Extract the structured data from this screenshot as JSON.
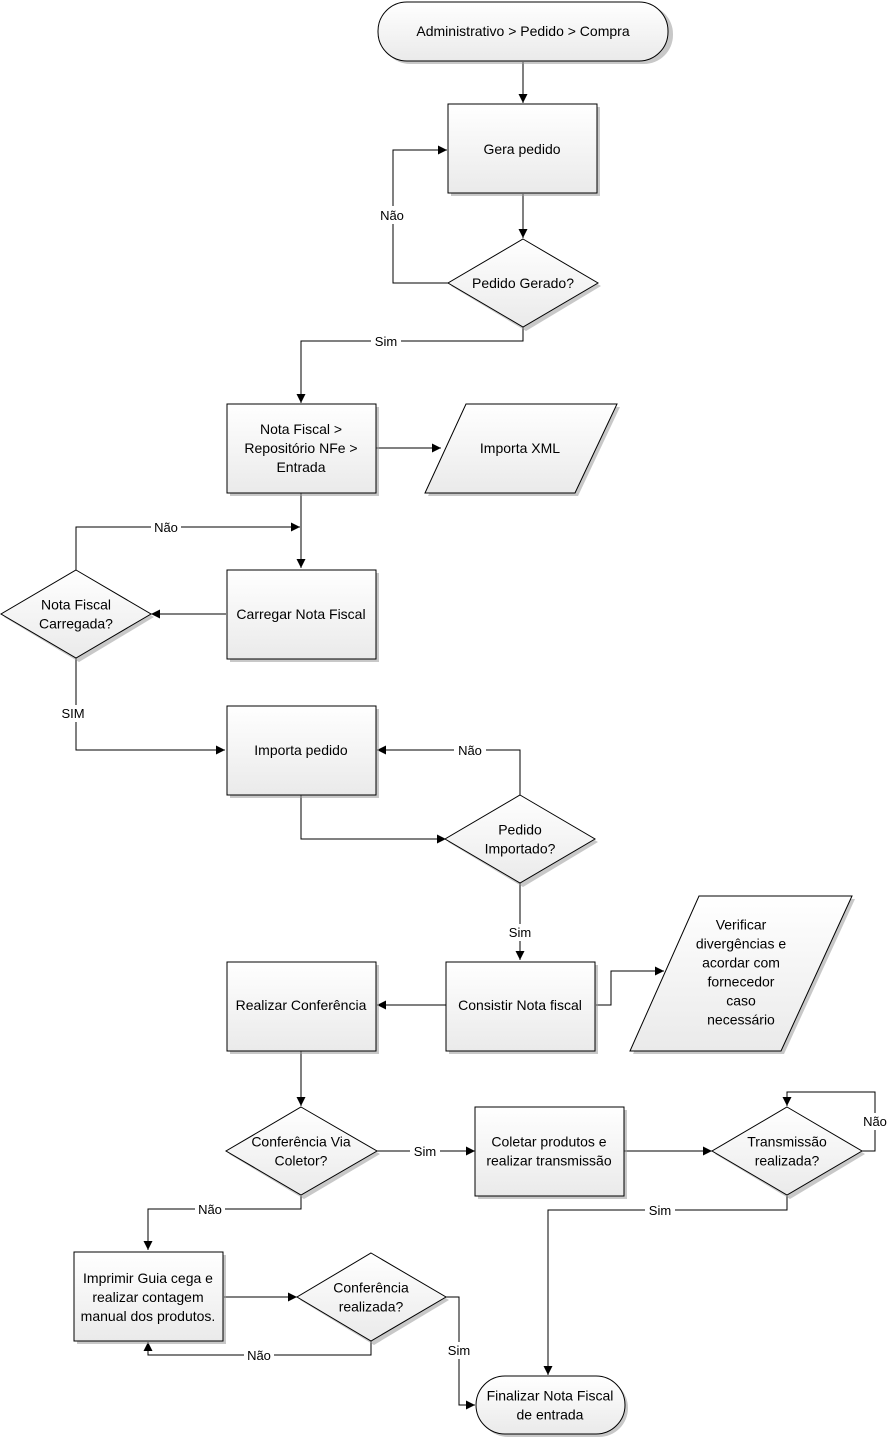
{
  "nodes": {
    "start": {
      "label": [
        "Administrativo > Pedido > Compra"
      ]
    },
    "gera_pedido": {
      "label": [
        "Gera pedido"
      ]
    },
    "pedido_gerado": {
      "label": [
        "Pedido Gerado?"
      ]
    },
    "nota_fiscal_menu": {
      "label": [
        "Nota Fiscal >",
        "Repositório NFe >",
        "Entrada"
      ]
    },
    "importa_xml": {
      "label": [
        "Importa XML"
      ]
    },
    "carregar_nf": {
      "label": [
        "Carregar Nota Fiscal"
      ]
    },
    "nf_carregada": {
      "label": [
        "Nota Fiscal",
        "Carregada?"
      ]
    },
    "importa_pedido": {
      "label": [
        "Importa pedido"
      ]
    },
    "pedido_importado": {
      "label": [
        "Pedido",
        "Importado?"
      ]
    },
    "consistir_nf": {
      "label": [
        "Consistir Nota fiscal"
      ]
    },
    "verificar_div": {
      "label": [
        "Verificar",
        "divergências e",
        "acordar com",
        "fornecedor",
        "caso",
        "necessário"
      ]
    },
    "realizar_conf": {
      "label": [
        "Realizar Conferência"
      ]
    },
    "conf_via_coletor": {
      "label": [
        "Conferência Via",
        "Coletor?"
      ]
    },
    "coletar_produtos": {
      "label": [
        "Coletar produtos e",
        "realizar transmissão"
      ]
    },
    "transmissao_realizada": {
      "label": [
        "Transmissão",
        "realizada?"
      ]
    },
    "imprimir_guia": {
      "label": [
        "Imprimir Guia cega e",
        "realizar contagem",
        "manual dos produtos."
      ]
    },
    "conf_realizada": {
      "label": [
        "Conferência",
        "realizada?"
      ]
    },
    "finalizar_nf": {
      "label": [
        "Finalizar Nota Fiscal",
        "de entrada"
      ]
    }
  },
  "edge_labels": {
    "gera_nao": "Não",
    "gera_sim": "Sim",
    "carregada_nao": "Não",
    "carregada_sim": "SIM",
    "importado_nao": "Não",
    "importado_sim": "Sim",
    "coletor_sim": "Sim",
    "coletor_nao": "Não",
    "transmissao_nao": "Não",
    "transmissao_sim": "Sim",
    "conf_nao": "Não",
    "conf_sim": "Sim"
  },
  "colors": {
    "fill_top": "#ffffff",
    "fill_bottom": "#eaeaea",
    "stroke": "#000000"
  }
}
